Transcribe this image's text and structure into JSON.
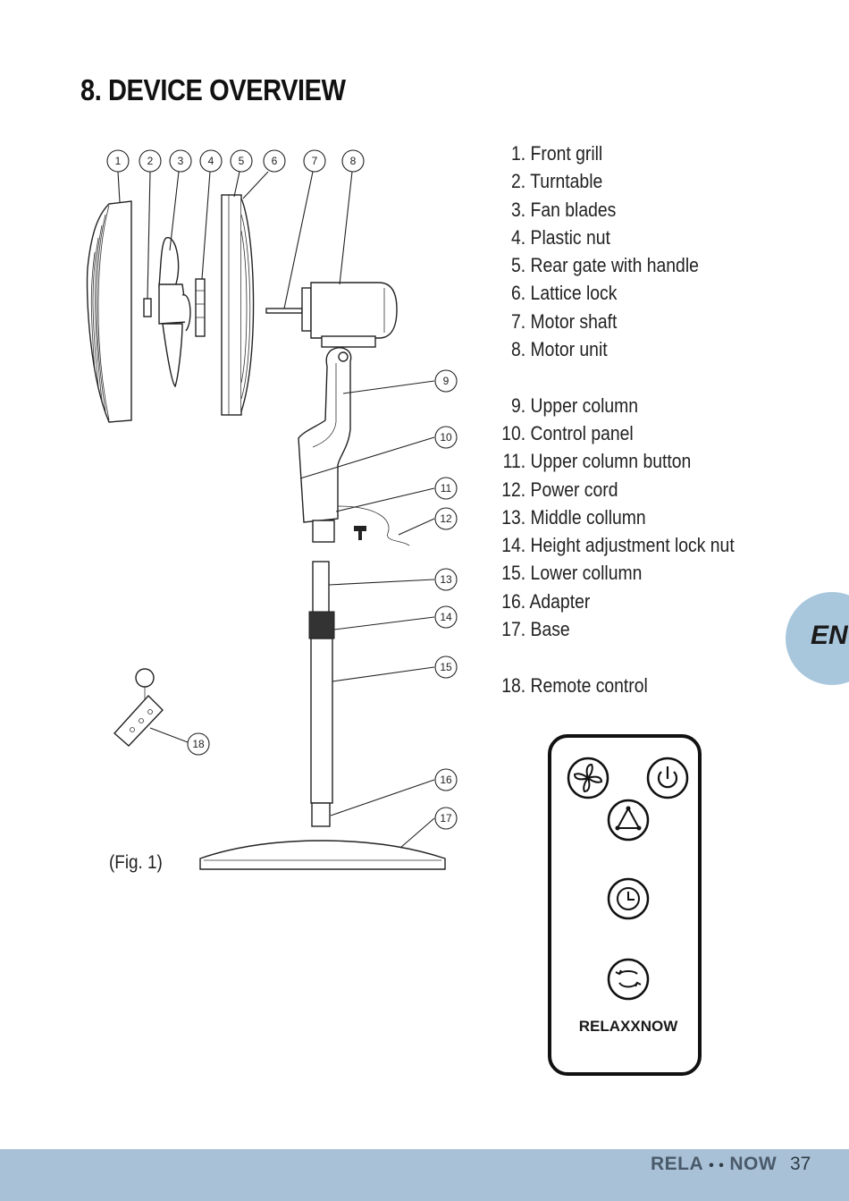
{
  "page": {
    "section_title": "8. DEVICE OVERVIEW",
    "figure_caption": "(Fig. 1)",
    "language_tab": "EN",
    "page_number": "37"
  },
  "callouts": [
    "1",
    "2",
    "3",
    "4",
    "5",
    "6",
    "7",
    "8",
    "9",
    "10",
    "11",
    "12",
    "13",
    "14",
    "15",
    "16",
    "17",
    "18"
  ],
  "parts": [
    {
      "num": "1.",
      "name": "Front grill"
    },
    {
      "num": "2.",
      "name": "Turntable"
    },
    {
      "num": "3.",
      "name": "Fan blades"
    },
    {
      "num": "4.",
      "name": "Plastic nut"
    },
    {
      "num": "5.",
      "name": "Rear gate with handle"
    },
    {
      "num": "6.",
      "name": "Lattice lock"
    },
    {
      "num": "7.",
      "name": "Motor shaft"
    },
    {
      "num": "8.",
      "name": "Motor unit"
    },
    {
      "num": "9.",
      "name": "Upper column"
    },
    {
      "num": "10.",
      "name": "Control panel"
    },
    {
      "num": "11.",
      "name": "Upper column button"
    },
    {
      "num": "12.",
      "name": "Power cord"
    },
    {
      "num": "13.",
      "name": "Middle collumn"
    },
    {
      "num": "14.",
      "name": "Height adjustment lock nut"
    },
    {
      "num": "15.",
      "name": "Lower collumn"
    },
    {
      "num": "16.",
      "name": "Adapter"
    },
    {
      "num": "17.",
      "name": "Base"
    },
    {
      "num": "18.",
      "name": "Remote control"
    }
  ],
  "remote": {
    "brand": "RELAXXNOW",
    "buttons": [
      "fan-speed-icon",
      "power-icon",
      "mode-icon",
      "timer-icon",
      "oscillation-icon"
    ]
  },
  "footer": {
    "brand_left": "RELA",
    "brand_right": "NOW",
    "brand_dots": "• •"
  },
  "colors": {
    "accent_blue": "#a9c7dc",
    "footer_bar": "#a9c1d6",
    "text": "#222222"
  }
}
